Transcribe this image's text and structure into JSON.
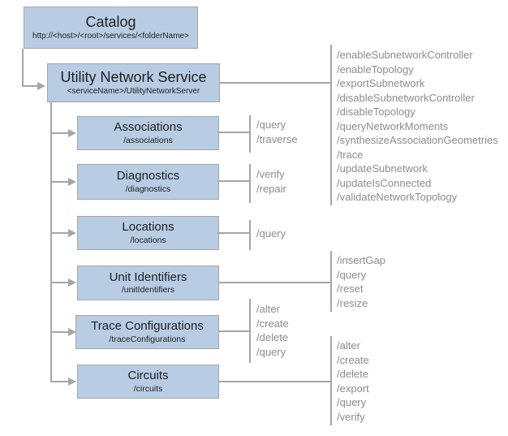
{
  "colors": {
    "box_fill": "#b8cce4",
    "box_border": "#a6a6a6",
    "connector": "#a6a6a6",
    "op_text": "#8c8c8c",
    "title_text": "#1f1f1f"
  },
  "catalog": {
    "title": "Catalog",
    "subtitle": "http://<host>/<root>/services/<folderName>"
  },
  "service": {
    "title": "Utility Network Service",
    "subtitle": "<serviceName>/UtilityNetworkServer",
    "ops": [
      "/enableSubnetworkController",
      "/enableTopology",
      "/exportSubnetwork",
      "/disableSubnetworkController",
      "/disableTopology",
      "/queryNetworkMoments",
      "/synthesizeAssociationGeometries",
      "/trace",
      "/updateSubnetwork",
      "/updateIsConnected",
      "/validateNetworkTopology"
    ]
  },
  "associations": {
    "title": "Associations",
    "subtitle": "/associations",
    "ops": [
      "/query",
      "/traverse"
    ]
  },
  "diagnostics": {
    "title": "Diagnostics",
    "subtitle": "/diagnostics",
    "ops": [
      "/verify",
      "/repair"
    ]
  },
  "locations": {
    "title": "Locations",
    "subtitle": "/locations",
    "ops": [
      "/query"
    ]
  },
  "unit_identifiers": {
    "title": "Unit Identifiers",
    "subtitle": "/unitIdentifiers",
    "ops": [
      "/insertGap",
      "/query",
      "/reset",
      "/resize"
    ]
  },
  "trace_configurations": {
    "title": "Trace Configurations",
    "subtitle": "/traceConfigurations",
    "ops": [
      "/alter",
      "/create",
      "/delete",
      "/query"
    ]
  },
  "circuits": {
    "title": "Circuits",
    "subtitle": "/circuits",
    "ops": [
      "/alter",
      "/create",
      "/delete",
      "/export",
      "/query",
      "/verify"
    ]
  }
}
